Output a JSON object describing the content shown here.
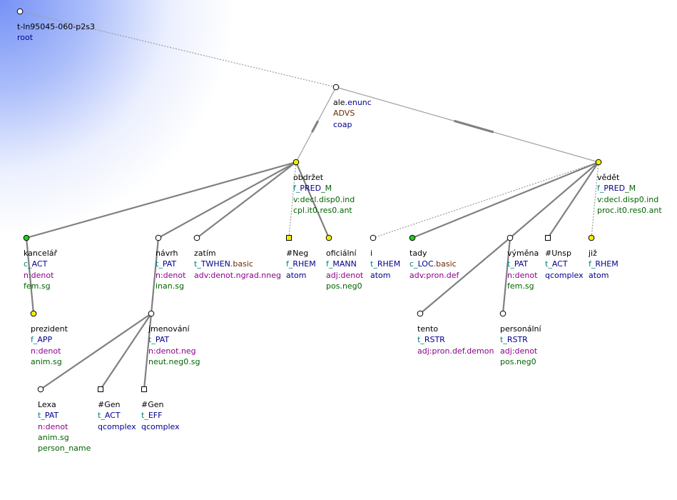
{
  "colors": {
    "background": "#ffffff",
    "glow": "#6e8cf5",
    "edge": "#808080",
    "edge_light": "#a0a0a0",
    "edge_dotted": "#9a9a9a",
    "node_stroke": "#000000",
    "node_white": "#ffffff",
    "node_yellow": "#f0f000",
    "node_green": "#22cc22",
    "lemma": "#000000",
    "functor_teal": "#008080",
    "functor_name": "#00008b",
    "functor_extra": "#006400",
    "formeme": "#8b008b",
    "formeme_brown": "#6b2a00",
    "gram_green": "#006400",
    "gram_blue": "#00008b",
    "gram_purple": "#8b008b"
  },
  "nodes": [
    {
      "id": "root",
      "shape": "circle",
      "fill": "node_white",
      "parent": null,
      "lines": [
        {
          "text": "t-ln95045-060-p2s3",
          "color": "lemma"
        },
        {
          "text": "root",
          "color": "gram_blue"
        }
      ]
    },
    {
      "id": "ale",
      "shape": "circle",
      "fill": "node_white",
      "parent": "root",
      "edge": "dotted",
      "lines": [
        {
          "segments": [
            {
              "text": "ale",
              "color": "lemma"
            },
            {
              "text": ".enunc",
              "color": "gram_blue"
            }
          ]
        },
        {
          "text": "ADVS",
          "color": "formeme_brown"
        },
        {
          "text": "coap",
          "color": "gram_blue"
        }
      ]
    },
    {
      "id": "obdrzet",
      "shape": "circle",
      "fill": "node_yellow",
      "parent": "ale",
      "edge": "coord",
      "lines": [
        {
          "text": "obdržet",
          "color": "lemma"
        },
        {
          "segments": [
            {
              "text": "f_",
              "color": "functor_teal"
            },
            {
              "text": "PRED",
              "color": "functor_name"
            },
            {
              "text": "_M",
              "color": "functor_extra"
            }
          ]
        },
        {
          "text": "v:decl.disp0.ind",
          "color": "gram_green"
        },
        {
          "text": "cpl.it0.res0.ant",
          "color": "gram_green"
        }
      ]
    },
    {
      "id": "vedet",
      "shape": "circle",
      "fill": "node_yellow",
      "parent": "ale",
      "edge": "coord",
      "lines": [
        {
          "text": "vědět",
          "color": "lemma"
        },
        {
          "segments": [
            {
              "text": "f_",
              "color": "functor_teal"
            },
            {
              "text": "PRED",
              "color": "functor_name"
            },
            {
              "text": "_M",
              "color": "functor_extra"
            }
          ]
        },
        {
          "text": "v:decl.disp0.ind",
          "color": "gram_green"
        },
        {
          "text": "proc.it0.res0.ant",
          "color": "gram_green"
        }
      ]
    },
    {
      "id": "kancelar",
      "shape": "circle",
      "fill": "node_green",
      "parent": "obdrzet",
      "edge": "solid",
      "lines": [
        {
          "text": "kancelář",
          "color": "lemma"
        },
        {
          "segments": [
            {
              "text": "c_",
              "color": "functor_teal"
            },
            {
              "text": "ACT",
              "color": "functor_name"
            }
          ]
        },
        {
          "text": "n:denot",
          "color": "formeme"
        },
        {
          "text": "fem.sg",
          "color": "gram_green"
        }
      ]
    },
    {
      "id": "prezident",
      "shape": "circle",
      "fill": "node_yellow",
      "parent": "kancelar",
      "edge": "solid",
      "lines": [
        {
          "text": "prezident",
          "color": "lemma"
        },
        {
          "segments": [
            {
              "text": "f_",
              "color": "functor_teal"
            },
            {
              "text": "APP",
              "color": "functor_name"
            }
          ]
        },
        {
          "text": "n:denot",
          "color": "formeme"
        },
        {
          "text": "anim.sg",
          "color": "gram_green"
        }
      ]
    },
    {
      "id": "navrh",
      "shape": "circle",
      "fill": "node_white",
      "parent": "obdrzet",
      "edge": "solid",
      "lines": [
        {
          "text": "návrh",
          "color": "lemma"
        },
        {
          "segments": [
            {
              "text": "t_",
              "color": "functor_teal"
            },
            {
              "text": "PAT",
              "color": "functor_name"
            }
          ]
        },
        {
          "text": "n:denot",
          "color": "formeme"
        },
        {
          "text": "inan.sg",
          "color": "gram_green"
        }
      ]
    },
    {
      "id": "jmenovani",
      "shape": "circle",
      "fill": "node_white",
      "parent": "navrh",
      "edge": "solid",
      "lines": [
        {
          "text": "jmenování",
          "color": "lemma"
        },
        {
          "segments": [
            {
              "text": "t_",
              "color": "functor_teal"
            },
            {
              "text": "PAT",
              "color": "functor_name"
            }
          ]
        },
        {
          "text": "n:denot.neg",
          "color": "formeme"
        },
        {
          "text": "neut.neg0.sg",
          "color": "gram_green"
        }
      ]
    },
    {
      "id": "lexa",
      "shape": "circle",
      "fill": "node_white",
      "parent": "jmenovani",
      "edge": "solid",
      "lines": [
        {
          "text": "Lexa",
          "color": "lemma"
        },
        {
          "segments": [
            {
              "text": "t_",
              "color": "functor_teal"
            },
            {
              "text": "PAT",
              "color": "functor_name"
            }
          ]
        },
        {
          "text": "n:denot",
          "color": "formeme"
        },
        {
          "text": "anim.sg",
          "color": "gram_green"
        },
        {
          "text": "person_name",
          "color": "gram_green"
        }
      ]
    },
    {
      "id": "gen1",
      "shape": "square",
      "fill": "node_white",
      "parent": "jmenovani",
      "edge": "solid",
      "lines": [
        {
          "text": "#Gen",
          "color": "lemma"
        },
        {
          "segments": [
            {
              "text": "t_",
              "color": "functor_teal"
            },
            {
              "text": "ACT",
              "color": "functor_name"
            }
          ]
        },
        {
          "text": "qcomplex",
          "color": "gram_blue"
        }
      ]
    },
    {
      "id": "gen2",
      "shape": "square",
      "fill": "node_white",
      "parent": "jmenovani",
      "edge": "solid",
      "lines": [
        {
          "text": "#Gen",
          "color": "lemma"
        },
        {
          "segments": [
            {
              "text": "t_",
              "color": "functor_teal"
            },
            {
              "text": "EFF",
              "color": "functor_name"
            }
          ]
        },
        {
          "text": "qcomplex",
          "color": "gram_blue"
        }
      ]
    },
    {
      "id": "zatim",
      "shape": "circle",
      "fill": "node_white",
      "parent": "obdrzet",
      "edge": "solid",
      "lines": [
        {
          "text": "zatím",
          "color": "lemma"
        },
        {
          "segments": [
            {
              "text": "t_",
              "color": "functor_teal"
            },
            {
              "text": "TWHEN",
              "color": "functor_name"
            },
            {
              "text": ".basic",
              "color": "formeme_brown"
            }
          ]
        },
        {
          "text": "adv:denot.ngrad.nneg",
          "color": "formeme"
        }
      ]
    },
    {
      "id": "neg",
      "shape": "square",
      "fill": "node_yellow",
      "parent": "obdrzet",
      "edge": "dotted",
      "lines": [
        {
          "text": "#Neg",
          "color": "lemma"
        },
        {
          "segments": [
            {
              "text": "f_",
              "color": "functor_teal"
            },
            {
              "text": "RHEM",
              "color": "functor_name"
            }
          ]
        },
        {
          "text": "atom",
          "color": "gram_blue"
        }
      ]
    },
    {
      "id": "oficialni",
      "shape": "circle",
      "fill": "node_yellow",
      "parent": "obdrzet",
      "edge": "solid",
      "lines": [
        {
          "text": "oficiální",
          "color": "lemma"
        },
        {
          "segments": [
            {
              "text": "f_",
              "color": "functor_teal"
            },
            {
              "text": "MANN",
              "color": "functor_name"
            }
          ]
        },
        {
          "text": "adj:denot",
          "color": "formeme"
        },
        {
          "text": "pos.neg0",
          "color": "gram_green"
        }
      ]
    },
    {
      "id": "i",
      "shape": "circle",
      "fill": "node_white",
      "parent": "vedet",
      "edge": "dotted",
      "lines": [
        {
          "text": "i",
          "color": "lemma"
        },
        {
          "segments": [
            {
              "text": "t_",
              "color": "functor_teal"
            },
            {
              "text": "RHEM",
              "color": "functor_name"
            }
          ]
        },
        {
          "text": "atom",
          "color": "gram_blue"
        }
      ]
    },
    {
      "id": "tady",
      "shape": "circle",
      "fill": "node_green",
      "parent": "vedet",
      "edge": "solid",
      "lines": [
        {
          "text": "tady",
          "color": "lemma"
        },
        {
          "segments": [
            {
              "text": "c_",
              "color": "functor_teal"
            },
            {
              "text": "LOC",
              "color": "functor_name"
            },
            {
              "text": ".basic",
              "color": "formeme_brown"
            }
          ]
        },
        {
          "text": "adv:pron.def",
          "color": "formeme"
        }
      ]
    },
    {
      "id": "vymena",
      "shape": "circle",
      "fill": "node_white",
      "parent": "vedet",
      "edge": "solid",
      "lines": [
        {
          "text": "výměna",
          "color": "lemma"
        },
        {
          "segments": [
            {
              "text": "t_",
              "color": "functor_teal"
            },
            {
              "text": "PAT",
              "color": "functor_name"
            }
          ]
        },
        {
          "text": "n:denot",
          "color": "formeme"
        },
        {
          "text": "fem.sg",
          "color": "gram_green"
        }
      ]
    },
    {
      "id": "tento",
      "shape": "circle",
      "fill": "node_white",
      "parent": "vymena",
      "edge": "solid",
      "lines": [
        {
          "text": "tento",
          "color": "lemma"
        },
        {
          "segments": [
            {
              "text": "t_",
              "color": "functor_teal"
            },
            {
              "text": "RSTR",
              "color": "functor_name"
            }
          ]
        },
        {
          "text": "adj:pron.def.demon",
          "color": "formeme"
        }
      ]
    },
    {
      "id": "personalni",
      "shape": "circle",
      "fill": "node_white",
      "parent": "vymena",
      "edge": "solid",
      "lines": [
        {
          "text": "personální",
          "color": "lemma"
        },
        {
          "segments": [
            {
              "text": "t_",
              "color": "functor_teal"
            },
            {
              "text": "RSTR",
              "color": "functor_name"
            }
          ]
        },
        {
          "text": "adj:denot",
          "color": "formeme"
        },
        {
          "text": "pos.neg0",
          "color": "gram_green"
        }
      ]
    },
    {
      "id": "unsp",
      "shape": "square",
      "fill": "node_white",
      "parent": "vedet",
      "edge": "solid",
      "lines": [
        {
          "text": "#Unsp",
          "color": "lemma"
        },
        {
          "segments": [
            {
              "text": "t_",
              "color": "functor_teal"
            },
            {
              "text": "ACT",
              "color": "functor_name"
            }
          ]
        },
        {
          "text": "qcomplex",
          "color": "gram_blue"
        }
      ]
    },
    {
      "id": "jiz",
      "shape": "circle",
      "fill": "node_yellow",
      "parent": "vedet",
      "edge": "dotted",
      "lines": [
        {
          "text": "již",
          "color": "lemma"
        },
        {
          "segments": [
            {
              "text": "f_",
              "color": "functor_teal"
            },
            {
              "text": "RHEM",
              "color": "functor_name"
            }
          ]
        },
        {
          "text": "atom",
          "color": "gram_blue"
        }
      ]
    }
  ]
}
